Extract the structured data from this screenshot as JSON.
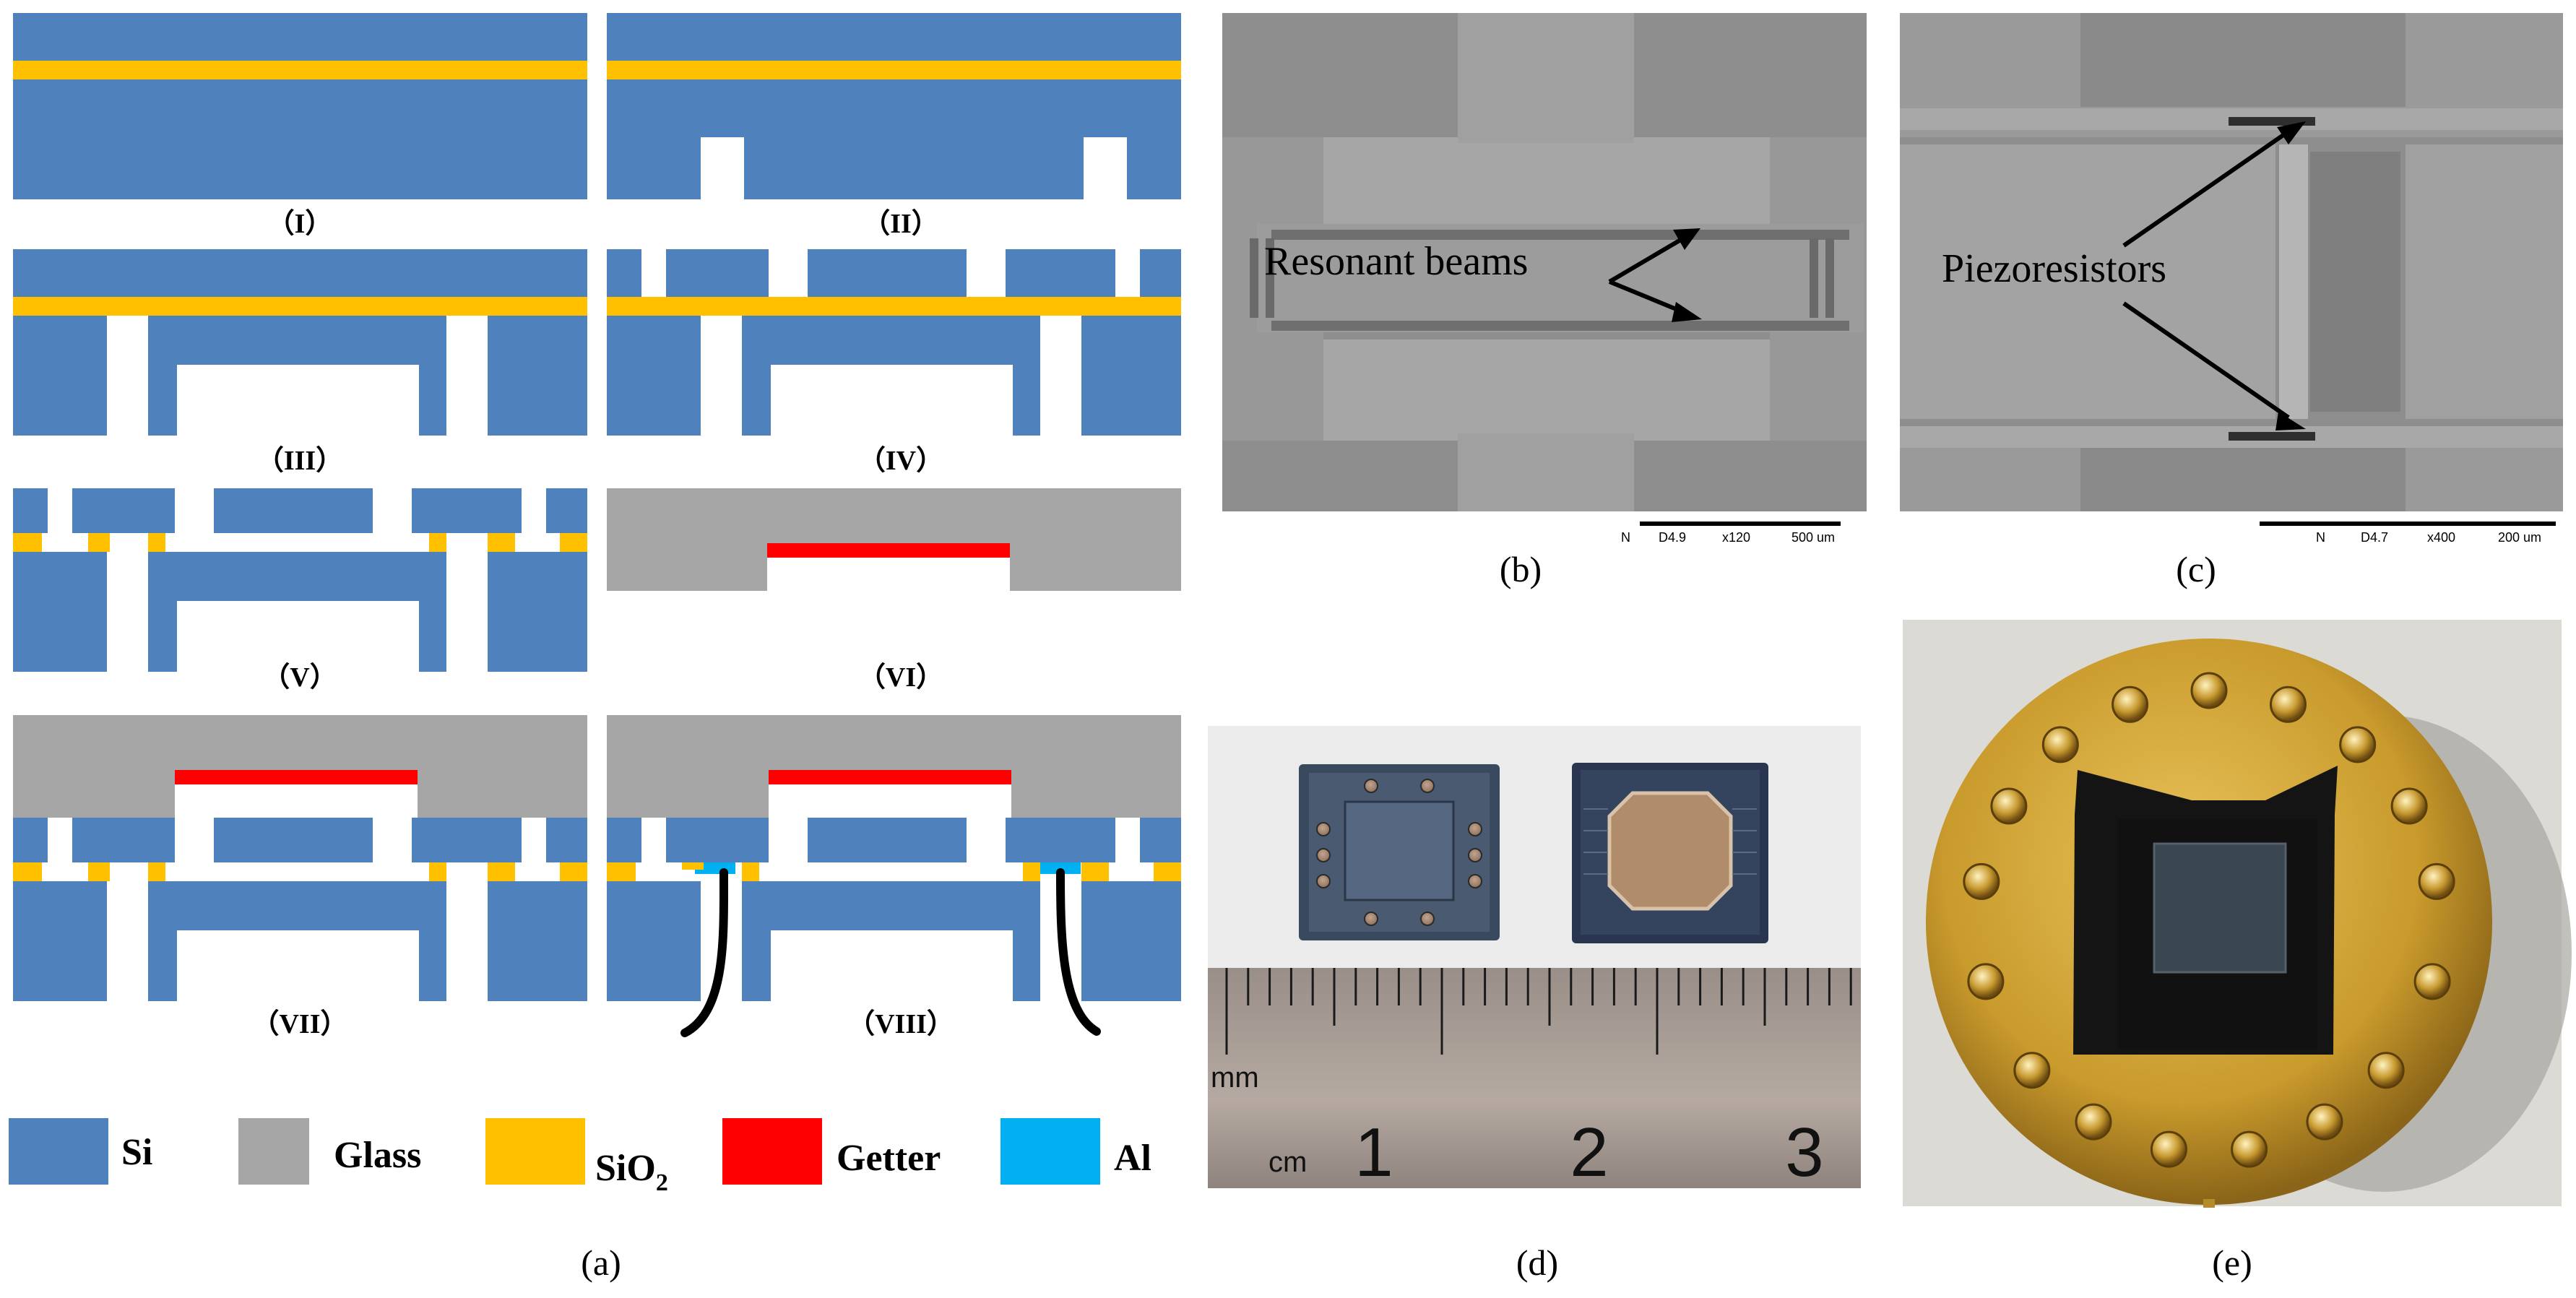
{
  "colors": {
    "si": "#4f81bd",
    "glass": "#a6a6a6",
    "sio2": "#ffc000",
    "getter": "#ff0000",
    "al": "#00b0f0"
  },
  "panel_a": {
    "steps": [
      "（I）",
      "（II）",
      "（III）",
      "（IV）",
      "（V）",
      "（VI）",
      "（VII）",
      "（VIII）"
    ],
    "legend": {
      "si": "Si",
      "glass": "Glass",
      "sio2": "SiO",
      "sio2_sub": "2",
      "getter": "Getter",
      "al": "Al"
    },
    "caption": "(a)"
  },
  "panel_b": {
    "annotation": "Resonant beams",
    "scale_bar": {
      "n": "N",
      "code": "D4.9",
      "mag": "x120",
      "length": "500 um"
    },
    "caption": "(b)"
  },
  "panel_c": {
    "annotation": "Piezoresistors",
    "scale_bar": {
      "n": "N",
      "code": "D4.7",
      "mag": "x400",
      "length": "200 um"
    },
    "caption": "(c)"
  },
  "panel_d": {
    "ruler": {
      "unit_top": "mm",
      "unit_bottom": "cm",
      "numbers": [
        "1",
        "2",
        "3"
      ]
    },
    "caption": "(d)"
  },
  "panel_e": {
    "caption": "(e)"
  }
}
